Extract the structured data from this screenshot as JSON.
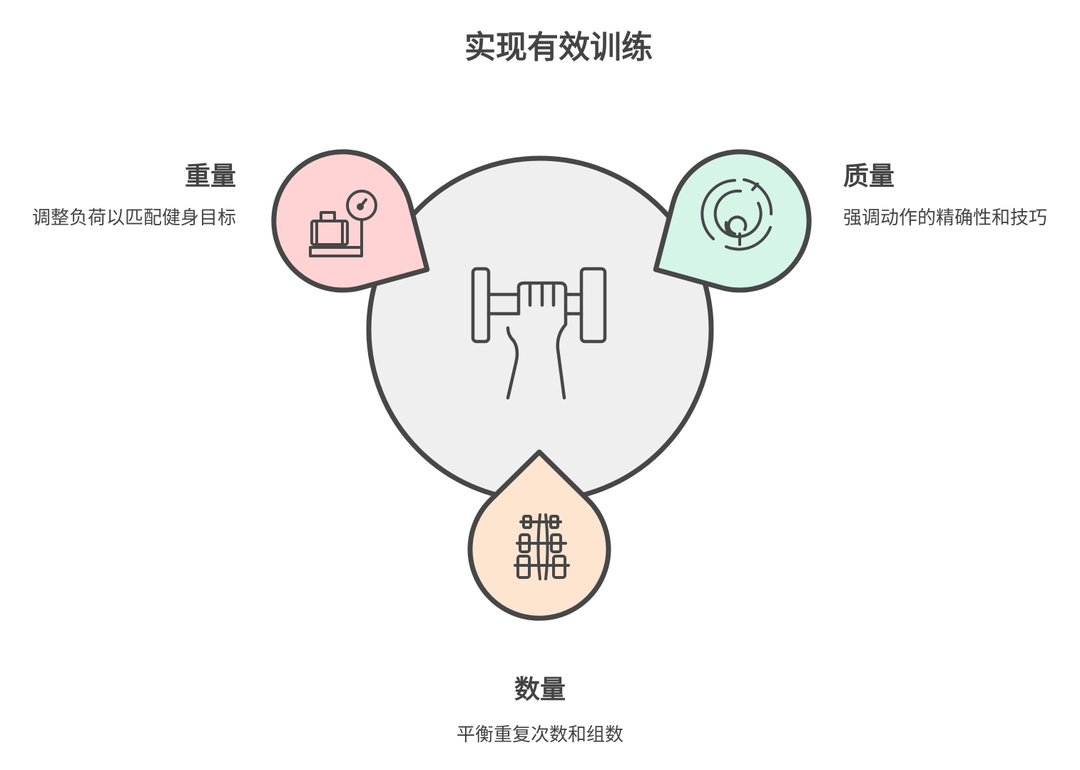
{
  "title": "实现有效训练",
  "center": {
    "icon": "dumbbell-hand-icon",
    "color": "#efefef"
  },
  "items": [
    {
      "key": "weight",
      "title": "重量",
      "desc": "调整负荷以匹配健身目标",
      "icon": "luggage-scale-icon",
      "color": "#ffd3d3"
    },
    {
      "key": "quality",
      "title": "质量",
      "desc": "强调动作的精确性和技巧",
      "icon": "maze-icon",
      "color": "#d5f5e6"
    },
    {
      "key": "quantity",
      "title": "数量",
      "desc": "平衡重复次数和组数",
      "icon": "dumbbell-rack-icon",
      "color": "#fde5d0"
    }
  ]
}
